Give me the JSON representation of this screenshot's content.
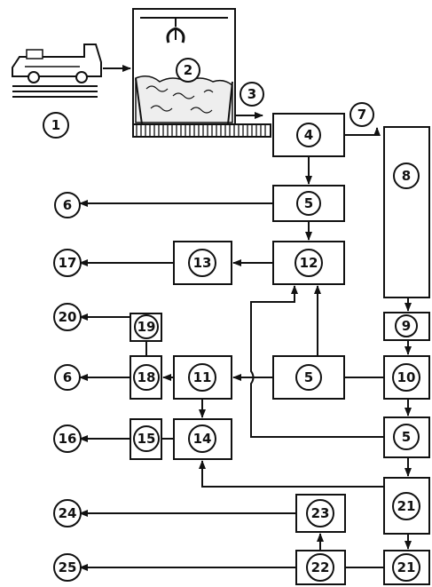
{
  "nodes": {
    "n1": "1",
    "n2": "2",
    "n3": "3",
    "n4": "4",
    "n5a": "5",
    "n5b": "5",
    "n5c": "5",
    "n6a": "6",
    "n6b": "6",
    "n7": "7",
    "n8": "8",
    "n9": "9",
    "n10": "10",
    "n11": "11",
    "n12": "12",
    "n13": "13",
    "n14": "14",
    "n15": "15",
    "n16": "16",
    "n17": "17",
    "n18": "18",
    "n19": "19",
    "n20": "20",
    "n21a": "21",
    "n21b": "21",
    "n22": "22",
    "n23": "23",
    "n24": "24",
    "n25": "25"
  },
  "colors": {
    "ink": "#111111",
    "background": "#ffffff"
  },
  "icons": [
    "truck-icon",
    "bunker-icon",
    "grab-crane-icon",
    "conveyor-icon"
  ]
}
